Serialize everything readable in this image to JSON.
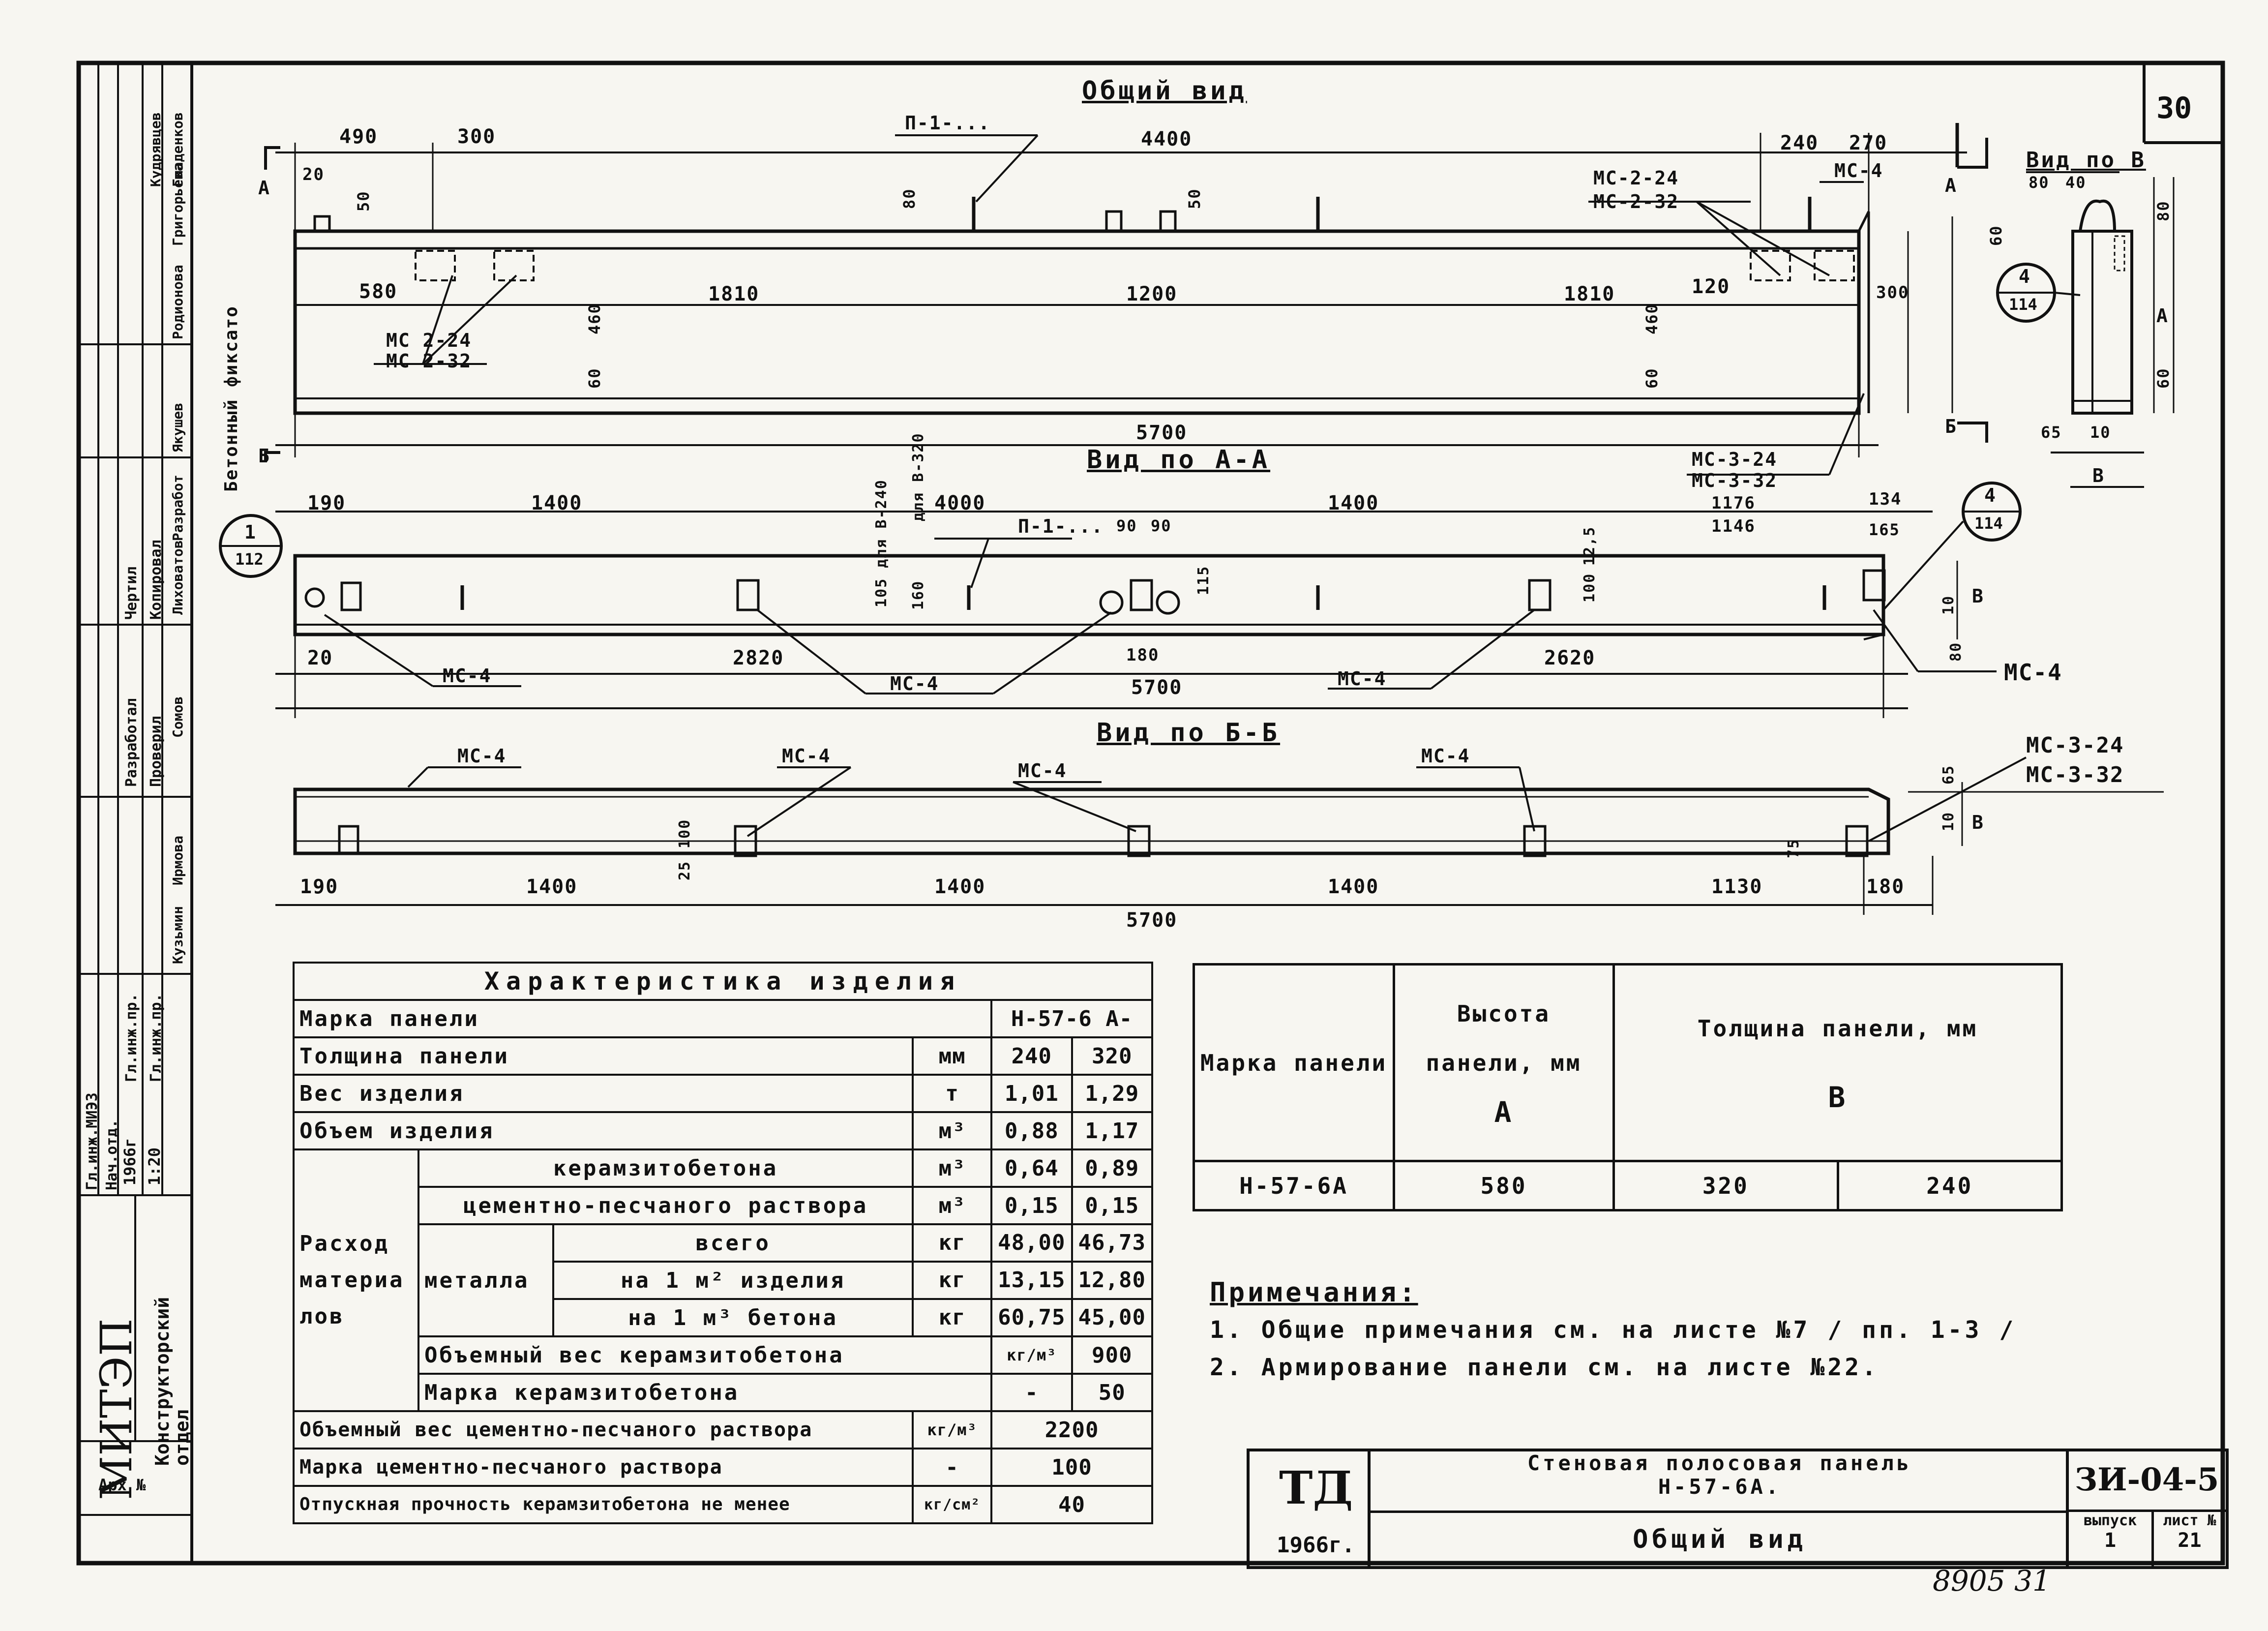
{
  "sheet": {
    "page_number": "30",
    "bottom_numbers": "8905 31"
  },
  "views": {
    "general": {
      "title": "Общий вид",
      "dims_top": [
        "490",
        "300",
        "4400",
        "240",
        "270"
      ],
      "mid_dims": [
        "580",
        "1810",
        "1200",
        "1810",
        "120"
      ],
      "total": "5700",
      "callouts": [
        "П-1-...",
        "МС-2-24",
        "МС-2-32",
        "МС-4",
        "МС 2-24",
        "МС 2-32",
        "МС-3-24",
        "МС-3-32"
      ],
      "small_dims": [
        "20",
        "50",
        "80",
        "50",
        "460",
        "60",
        "460",
        "60",
        "300"
      ],
      "section_marks": [
        "А",
        "А",
        "Б",
        "Б"
      ],
      "side_label": "Бетонный фиксато",
      "node_ref": {
        "num": "1",
        "sheet": "112"
      }
    },
    "view_b": {
      "title": "Вид по В",
      "dims": [
        "80",
        "40",
        "60",
        "80",
        "60",
        "65",
        "10",
        "А",
        "В"
      ],
      "node_ref": {
        "num": "4",
        "sheet": "114"
      }
    },
    "aa": {
      "title": "Вид по А-А",
      "dims_top": [
        "190",
        "1400",
        "4000",
        "1400",
        "134"
      ],
      "vert_dims": [
        "105 для В-240",
        "для В-320",
        "160",
        "115",
        "100",
        "12,5",
        "10",
        "В"
      ],
      "detail_dims": [
        "90",
        "90",
        "180",
        "165",
        "1176",
        "1146"
      ],
      "dims_bottom": [
        "20",
        "2820",
        "2620",
        "5700"
      ],
      "callouts": [
        "П-1-...",
        "МС-4",
        "МС-4",
        "МС-4",
        "МС-4"
      ],
      "node_ref": {
        "num": "4",
        "sheet": "114"
      },
      "extra": "80"
    },
    "bb": {
      "title": "Вид по Б-Б",
      "callouts": [
        "МС-4",
        "МС-4",
        "МС-4",
        "МС-4",
        "МС-3-24",
        "МС-3-32"
      ],
      "dims": [
        "190",
        "1400",
        "1400",
        "1400",
        "1130",
        "180",
        "5700"
      ],
      "small": [
        "25",
        "100",
        "75",
        "10",
        "65",
        "В"
      ]
    }
  },
  "characteristics": {
    "title": "Характеристика изделия",
    "panel_mark_label": "Марка панели",
    "panel_mark_value": "Н-57-6 А-",
    "rows": [
      {
        "label": "Толщина панели",
        "unit": "мм",
        "v1": "240",
        "v2": "320"
      },
      {
        "label": "Вес изделия",
        "unit": "т",
        "v1": "1,01",
        "v2": "1,29"
      },
      {
        "label": "Объем изделия",
        "unit": "м³",
        "v1": "0,88",
        "v2": "1,17"
      }
    ],
    "material_label_1": "Расход",
    "material_label_2": "материа",
    "material_label_3": "лов",
    "material_rows": [
      {
        "label": "керамзитобетона",
        "unit": "м³",
        "v1": "0,64",
        "v2": "0,89"
      },
      {
        "label": "цементно-песчаного раствора",
        "unit": "м³",
        "v1": "0,15",
        "v2": "0,15"
      }
    ],
    "metal_label": "металла",
    "metal_rows": [
      {
        "label": "всего",
        "unit": "кг",
        "v1": "48,00",
        "v2": "46,73"
      },
      {
        "label": "на 1 м² изделия",
        "unit": "кг",
        "v1": "13,15",
        "v2": "12,80"
      },
      {
        "label": "на 1 м³ бетона",
        "unit": "кг",
        "v1": "60,75",
        "v2": "45,00"
      }
    ],
    "bottom_rows": [
      {
        "label": "Объемный вес керамзитобетона",
        "unit": "кг/м³",
        "v": "900"
      },
      {
        "label": "Марка керамзитобетона",
        "unit": "-",
        "v": "50"
      },
      {
        "label": "Объемный вес цементно-песчаного раствора",
        "unit": "кг/м³",
        "v": "2200"
      },
      {
        "label": "Марка цементно-песчаного раствора",
        "unit": "-",
        "v": "100"
      },
      {
        "label": "Отпускная прочность керамзитобетона не менее",
        "unit": "кг/см²",
        "v": "40"
      }
    ]
  },
  "mark_table": {
    "h1": "Марка панели",
    "h2_l1": "Высота",
    "h2_l2": "панели, мм",
    "h2_l3": "А",
    "h3_l1": "Толщина панели, мм",
    "h3_l2": "В",
    "row": [
      "Н-57-6А",
      "580",
      "320",
      "240"
    ]
  },
  "notes": {
    "heading": "Примечания:",
    "items": [
      "1. Общие примечания см. на листе №7 / пп. 1-3 /",
      "2. Армирование панели см. на листе №22."
    ]
  },
  "stamp": {
    "org": "ТД",
    "year": "1966г.",
    "title_l1": "Стеновая полосовая панель",
    "title_l2": "Н-57-6А.",
    "title_l3": "Общий вид",
    "code": "ЗИ-04-5",
    "issue_label": "выпуск",
    "issue": "1",
    "sheet_label": "лист №",
    "sheet": "21"
  },
  "side_block": {
    "org": "МИТЭП",
    "dept": "Конструкторский отдел",
    "arch": "Арх №",
    "date": "1966г",
    "scale": "1:20",
    "roles": [
      "Гл.инж.МИЭЗ",
      "Нач.отд.",
      "Гл.инж.пр.",
      "Гл.инж.пр.",
      "Разработал",
      "Проверил",
      "Чертил",
      "Копировал"
    ],
    "names": [
      "Кузьмин",
      "Ирмова",
      "Сомов",
      "Лиховатов",
      "Разработ",
      "Якушев",
      "Родионова",
      "Григорьева",
      "Гладенков",
      "Кудрявцев"
    ]
  }
}
